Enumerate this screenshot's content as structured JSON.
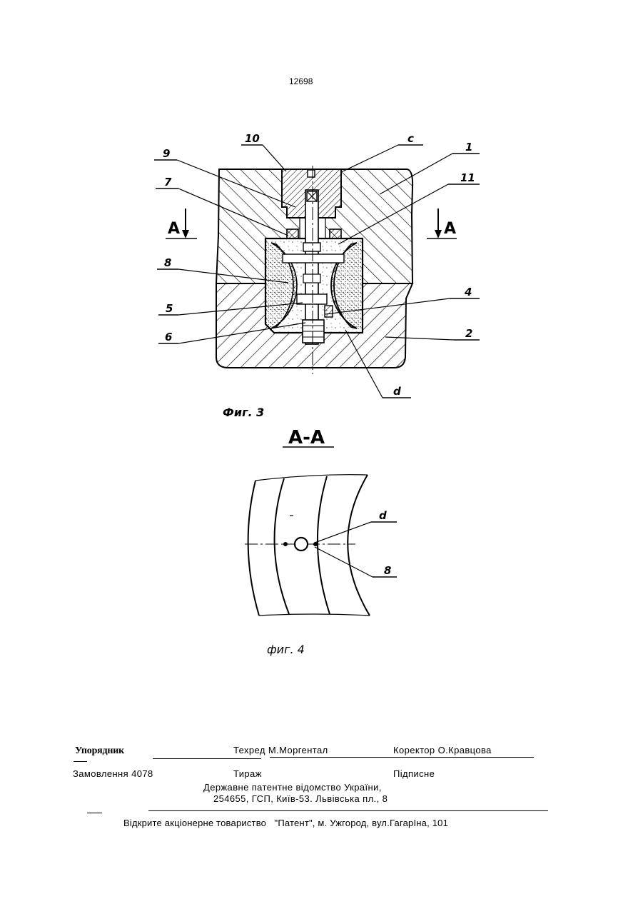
{
  "page_number": "12698",
  "fig3": {
    "labels": {
      "n10": "10",
      "c": "c",
      "n1": "1",
      "n9": "9",
      "n7": "7",
      "n11": "11",
      "section_left": "A",
      "section_right": "A",
      "n8": "8",
      "n5": "5",
      "n4": "4",
      "n6": "6",
      "n2": "2",
      "d": "d"
    },
    "caption": "Фиг. 3"
  },
  "section_title": "A-A",
  "fig4": {
    "labels": {
      "d": "d",
      "n8": "8"
    },
    "caption": "фиг. 4"
  },
  "footer": {
    "compiler_label": "Упорядник",
    "tech_editor": "Техред М.Моргентал",
    "proofreader": "Коректор О.Кравцова",
    "order": "Замовлення 4078",
    "circulation": "Тираж",
    "subscription": "Підписне",
    "office_line1": "Державне патентне відомство України,",
    "office_line2": "254655, ГСП, Київ-53. Львівська пл., 8",
    "publisher": "Відкрите акціонерне товариство   \"Патент\", м. Ужгород, вул.ГагарІна, 101"
  }
}
